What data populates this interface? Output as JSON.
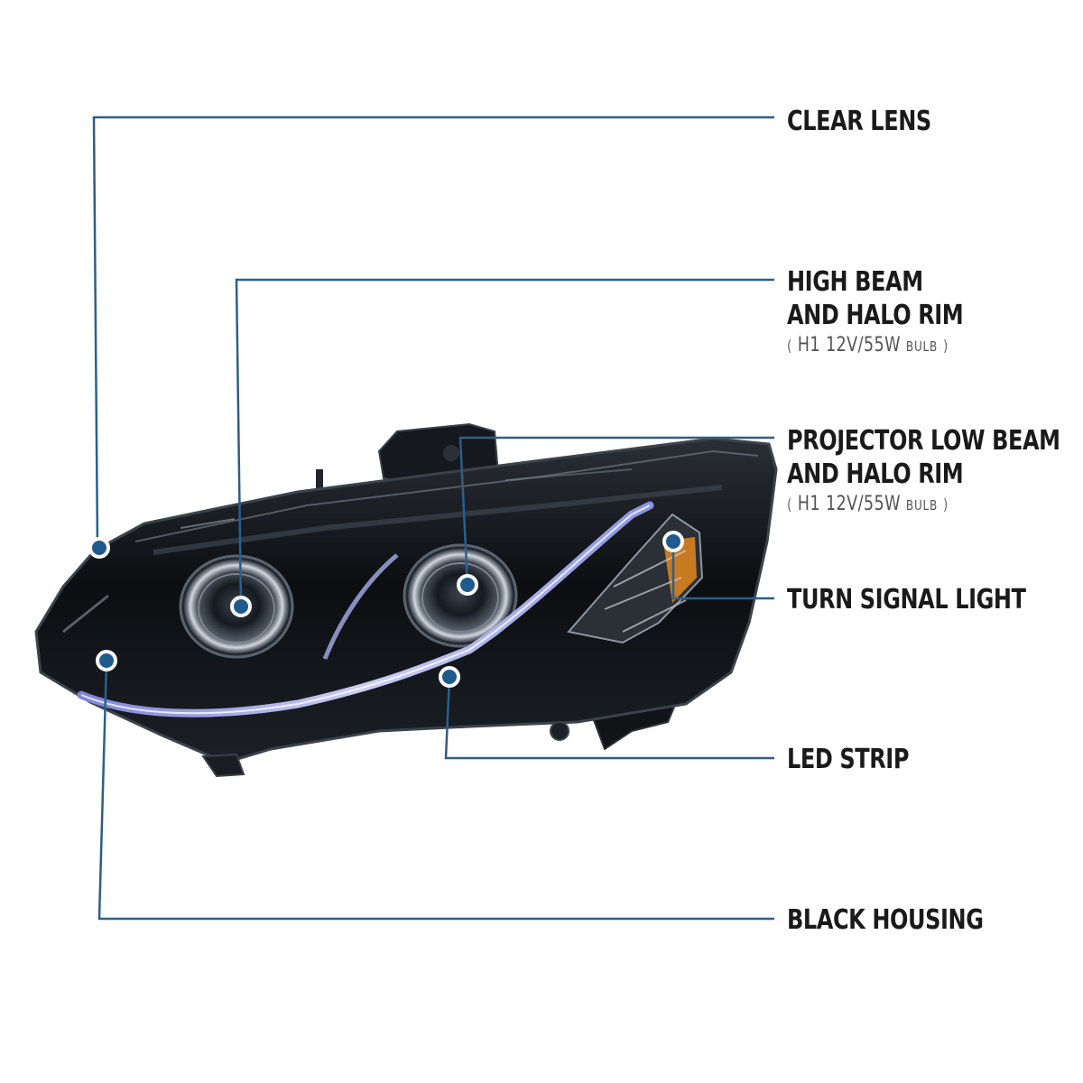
{
  "callouts": {
    "clear_lens": {
      "title": "CLEAR LENS"
    },
    "high_beam": {
      "title_1": "HIGH BEAM",
      "title_2": "AND HALO RIM",
      "spec_open": "(",
      "spec": "H1  12V/55W",
      "spec_unit": "BULB",
      "spec_close": ")"
    },
    "low_beam": {
      "title_1": "PROJECTOR LOW BEAM",
      "title_2": "AND HALO RIM",
      "spec_open": "(",
      "spec": "H1  12V/55W",
      "spec_unit": "BULB",
      "spec_close": ")"
    },
    "turn_signal": {
      "title": "TURN SIGNAL LIGHT"
    },
    "led_strip": {
      "title": "LED STRIP"
    },
    "black_housing": {
      "title": "BLACK HOUSING"
    }
  },
  "colors": {
    "leader_line": "#2b5f8a",
    "marker_fill": "#1f5a8c",
    "housing": "#0d0f12",
    "label_text": "#1a1a1a",
    "amber": "#d9831f"
  }
}
